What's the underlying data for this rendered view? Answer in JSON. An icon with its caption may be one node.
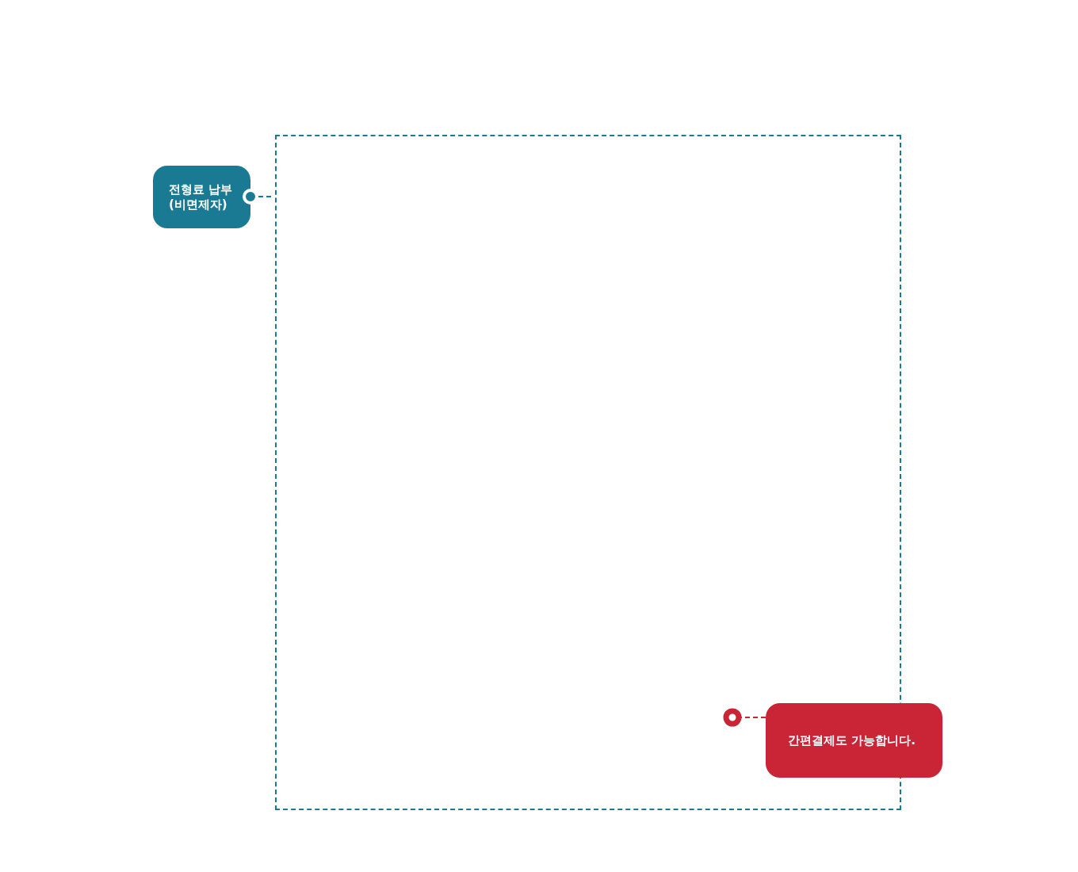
{
  "diagram": {
    "nodes": [
      {
        "text": [],
        "shape": "box"
      },
      {
        "text": [
          "전형료 납부 (비면제자)"
        ]
      },
      {
        "text": [
          "간편결제도 가능합니다."
        ]
      }
    ],
    "edges": [
      {
        "from": 1,
        "to": 0,
        "arrow": "other",
        "style": "dashed",
        "color": "#1a7a94"
      },
      {
        "from": 2,
        "to": 0,
        "arrow": "other",
        "style": "dashed",
        "color": "#c92536"
      }
    ]
  }
}
